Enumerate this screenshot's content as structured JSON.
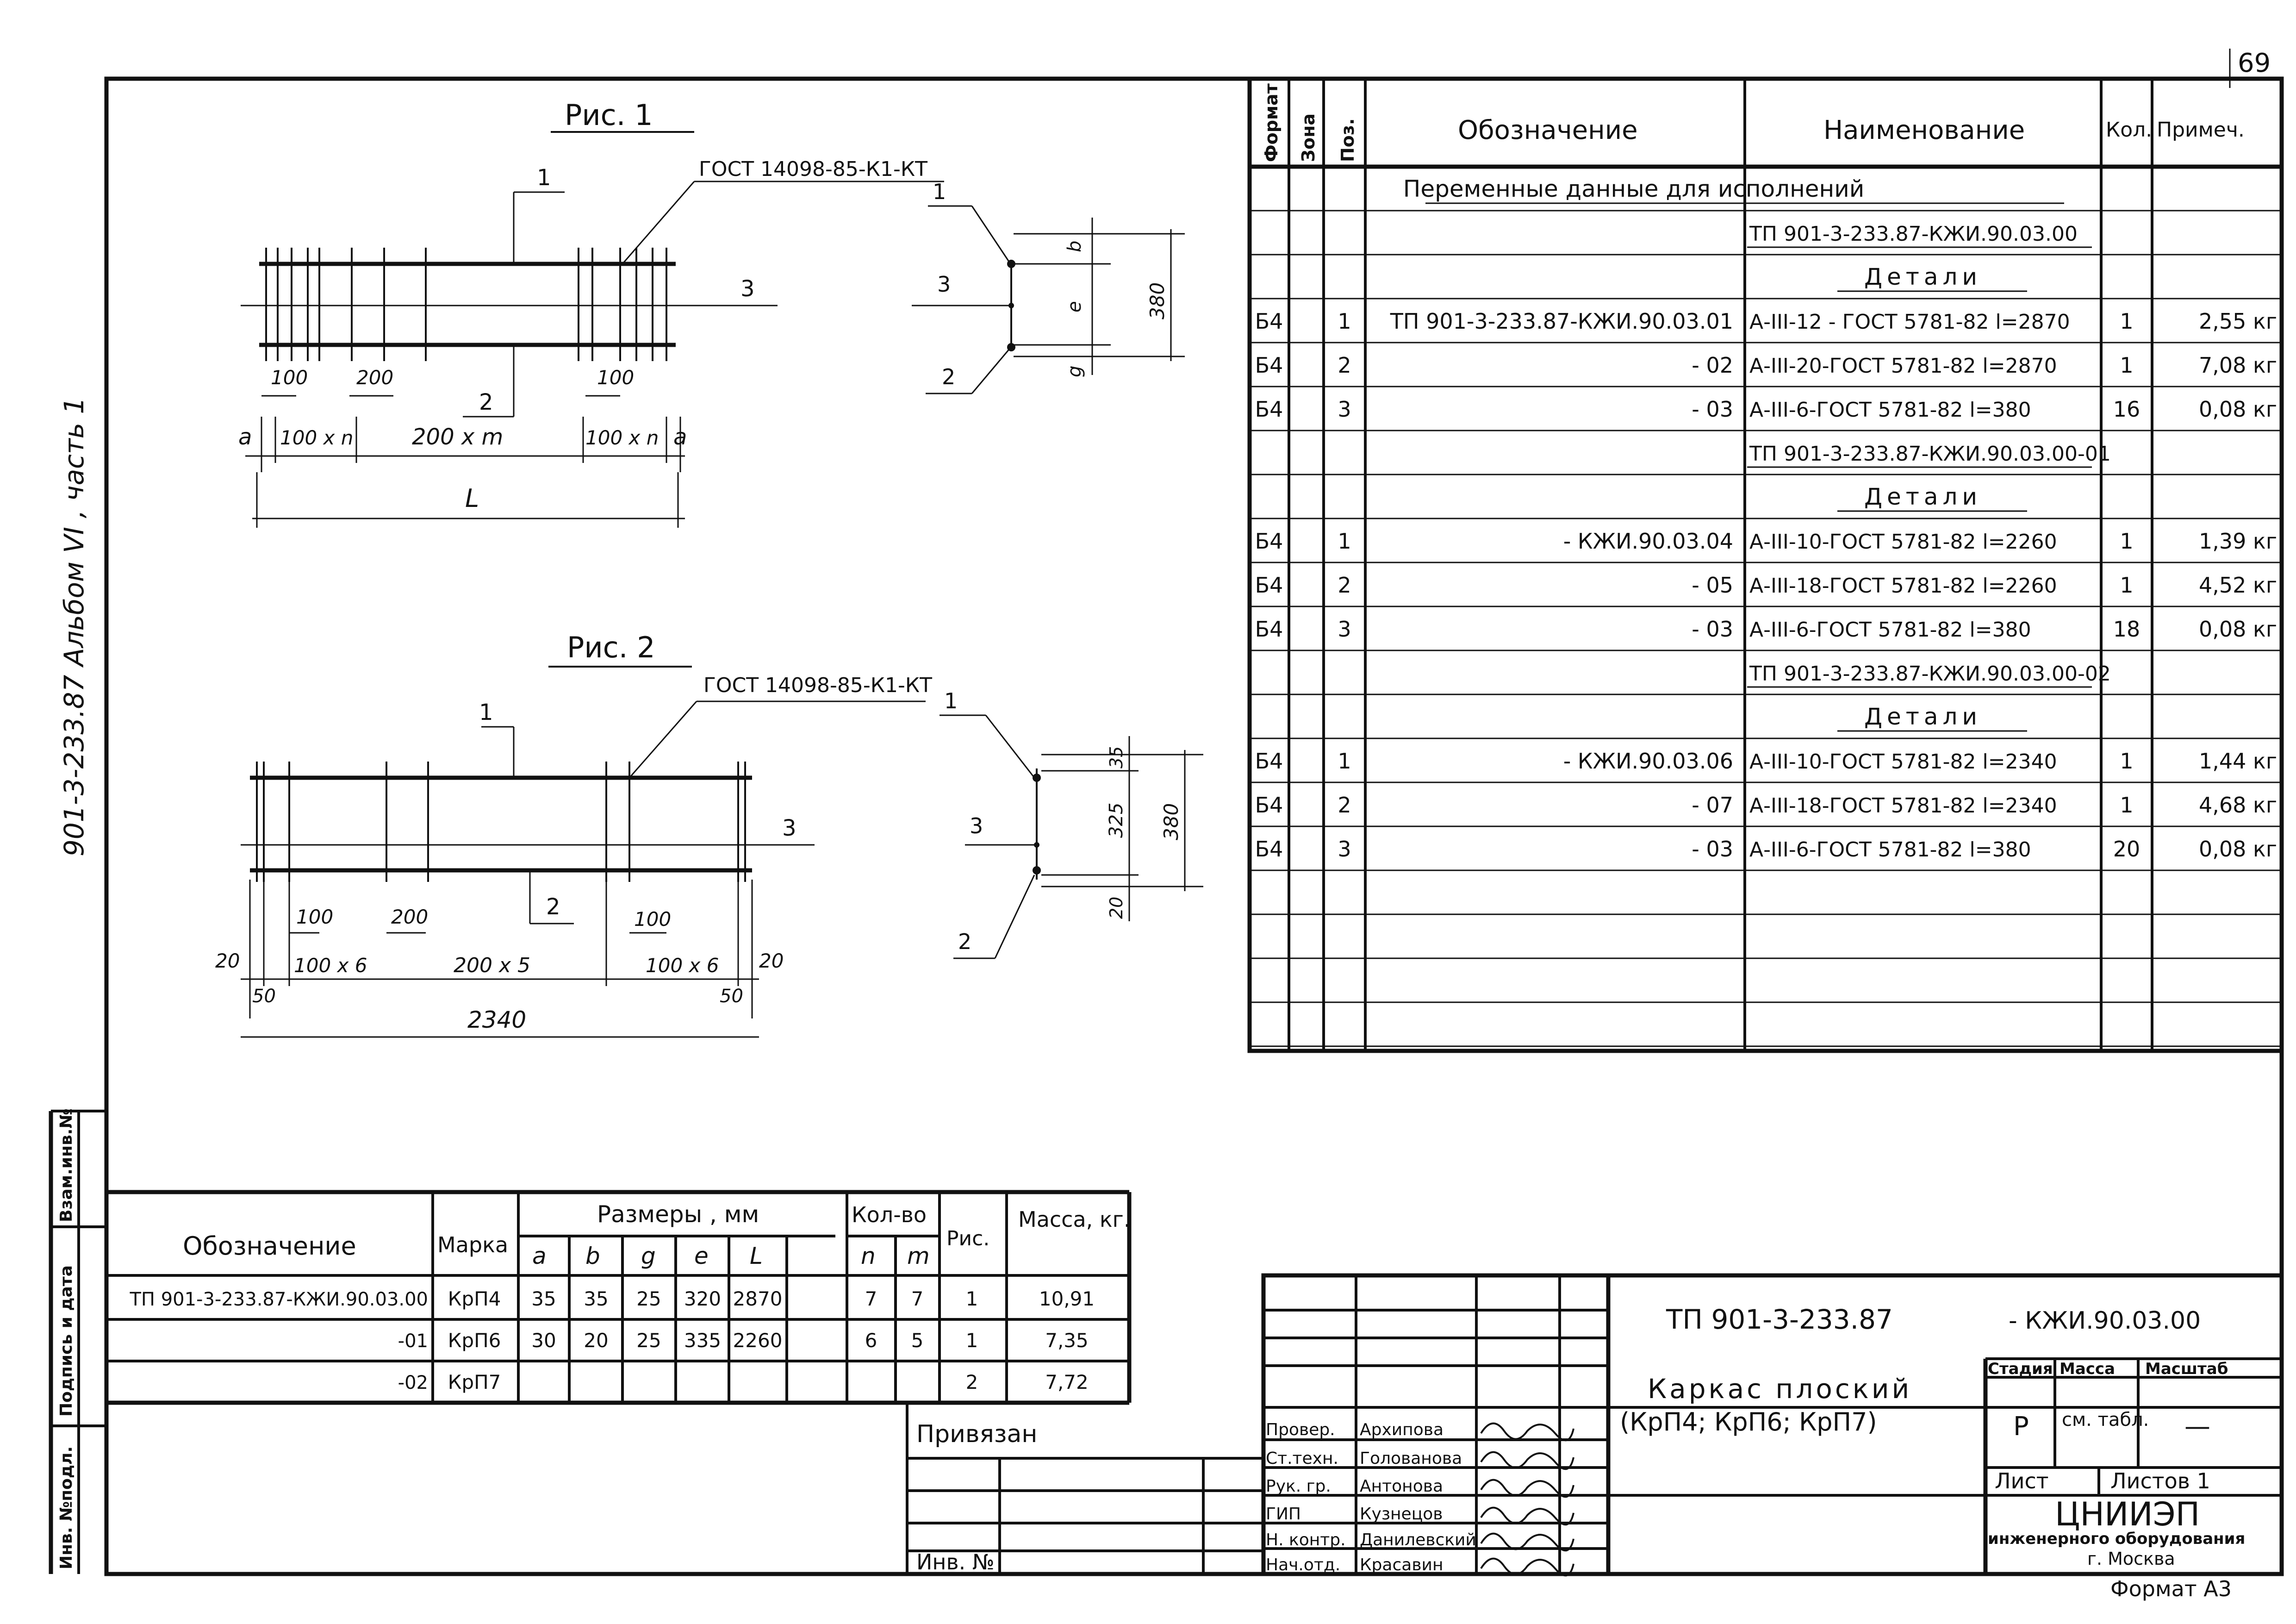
{
  "page_number": "69",
  "side_labels": {
    "album": "901-3-233.87  Альбом VI , часть 1",
    "stamp_inv": "Инв. №подл.",
    "stamp_sign": "Подпись и дата",
    "stamp_inv2": "Взам.инв.№"
  },
  "fig1": {
    "title": "Рис. 1",
    "gost": "ГОСТ 14098-85-К1-КТ",
    "labels": [
      "1",
      "3",
      "2"
    ],
    "dims": [
      "100",
      "200",
      "100"
    ],
    "spans": [
      "a",
      "100 x n",
      "200 x m",
      "100 x n",
      "a"
    ],
    "total": "L",
    "section": {
      "l1": "1",
      "l3": "3",
      "l2": "2",
      "b": "b",
      "e": "e",
      "g": "g",
      "h": "380"
    }
  },
  "fig2": {
    "title": "Рис. 2",
    "gost": "ГОСТ 14098-85-К1-КТ",
    "labels": [
      "1",
      "3",
      "2"
    ],
    "dims": [
      "100",
      "200",
      "100"
    ],
    "spans": [
      "20",
      "100 x 6",
      "200 x 5",
      "100 x 6",
      "20"
    ],
    "ends": [
      "50",
      "50"
    ],
    "total": "2340",
    "section": {
      "l1": "1",
      "l3": "3",
      "l2": "2",
      "t": "35",
      "m": "325",
      "b": "20",
      "h": "380"
    }
  },
  "spec": {
    "headers": {
      "format": "Формат",
      "zone": "Зона",
      "pos": "Поз.",
      "designation": "Обозначение",
      "name": "Наименование",
      "qty": "Кол.",
      "note": "Примеч."
    },
    "rows": [
      {
        "format": "",
        "pos": "",
        "designation": "Переменные данные для исполнений",
        "name": "",
        "qty": "",
        "note": "",
        "span": true
      },
      {
        "format": "",
        "pos": "",
        "designation": "",
        "name": "ТП 901-3-233.87-КЖИ.90.03.00",
        "qty": "",
        "note": ""
      },
      {
        "format": "",
        "pos": "",
        "designation": "",
        "name": "Детали",
        "qty": "",
        "note": ""
      },
      {
        "format": "Б4",
        "pos": "1",
        "designation": "ТП 901-3-233.87-КЖИ.90.03.01",
        "name": "А-III-12 - ГОСТ 5781-82 l=2870",
        "qty": "1",
        "note": "2,55 кг"
      },
      {
        "format": "Б4",
        "pos": "2",
        "designation": "- 02",
        "name": "А-III-20-ГОСТ 5781-82 l=2870",
        "qty": "1",
        "note": "7,08 кг"
      },
      {
        "format": "Б4",
        "pos": "3",
        "designation": "- 03",
        "name": "А-III-6-ГОСТ 5781-82 l=380",
        "qty": "16",
        "note": "0,08 кг"
      },
      {
        "format": "",
        "pos": "",
        "designation": "",
        "name": "ТП 901-3-233.87-КЖИ.90.03.00-01",
        "qty": "",
        "note": ""
      },
      {
        "format": "",
        "pos": "",
        "designation": "",
        "name": "Детали",
        "qty": "",
        "note": ""
      },
      {
        "format": "Б4",
        "pos": "1",
        "designation": "- КЖИ.90.03.04",
        "name": "А-III-10-ГОСТ 5781-82 l=2260",
        "qty": "1",
        "note": "1,39 кг"
      },
      {
        "format": "Б4",
        "pos": "2",
        "designation": "- 05",
        "name": "А-III-18-ГОСТ 5781-82 l=2260",
        "qty": "1",
        "note": "4,52 кг"
      },
      {
        "format": "Б4",
        "pos": "3",
        "designation": "- 03",
        "name": "А-III-6-ГОСТ 5781-82 l=380",
        "qty": "18",
        "note": "0,08 кг"
      },
      {
        "format": "",
        "pos": "",
        "designation": "",
        "name": "ТП 901-3-233.87-КЖИ.90.03.00-02",
        "qty": "",
        "note": ""
      },
      {
        "format": "",
        "pos": "",
        "designation": "",
        "name": "Детали",
        "qty": "",
        "note": ""
      },
      {
        "format": "Б4",
        "pos": "1",
        "designation": "- КЖИ.90.03.06",
        "name": "А-III-10-ГОСТ 5781-82 l=2340",
        "qty": "1",
        "note": "1,44 кг"
      },
      {
        "format": "Б4",
        "pos": "2",
        "designation": "- 07",
        "name": "А-III-18-ГОСТ 5781-82 l=2340",
        "qty": "1",
        "note": "4,68 кг"
      },
      {
        "format": "Б4",
        "pos": "3",
        "designation": "- 03",
        "name": "А-III-6-ГОСТ 5781-82 l=380",
        "qty": "20",
        "note": "0,08 кг"
      },
      {
        "format": "",
        "pos": "",
        "designation": "",
        "name": "",
        "qty": "",
        "note": ""
      },
      {
        "format": "",
        "pos": "",
        "designation": "",
        "name": "",
        "qty": "",
        "note": ""
      },
      {
        "format": "",
        "pos": "",
        "designation": "",
        "name": "",
        "qty": "",
        "note": ""
      },
      {
        "format": "",
        "pos": "",
        "designation": "",
        "name": "",
        "qty": "",
        "note": ""
      }
    ]
  },
  "dims_table": {
    "h_designation": "Обозначение",
    "h_mark": "Марка",
    "h_sizes": "Размеры , мм",
    "h_count": "Кол-во",
    "h_fig": "Рис.",
    "h_mass": "Масса, кг.",
    "sub": [
      "a",
      "b",
      "g",
      "e",
      "L",
      "n",
      "m"
    ],
    "rows": [
      {
        "des": "ТП 901-3-233.87-КЖИ.90.03.00",
        "mark": "КрП4",
        "a": "35",
        "b": "35",
        "g": "25",
        "e": "320",
        "L": "2870",
        "n": "7",
        "m": "7",
        "fig": "1",
        "mass": "10,91"
      },
      {
        "des": "-01",
        "mark": "КрП6",
        "a": "30",
        "b": "20",
        "g": "25",
        "e": "335",
        "L": "2260",
        "n": "6",
        "m": "5",
        "fig": "1",
        "mass": "7,35"
      },
      {
        "des": "-02",
        "mark": "КрП7",
        "a": "",
        "b": "",
        "g": "",
        "e": "",
        "L": "",
        "n": "",
        "m": "",
        "fig": "2",
        "mass": "7,72"
      }
    ]
  },
  "title_block": {
    "privyazan": "Привязан",
    "inv": "Инв. №",
    "doc_code": "ТП 901-3-233.87",
    "doc_suffix": "- КЖИ.90.03.00",
    "title_line1": "Каркас плоский",
    "title_line2": "(КрП4; КрП6; КрП7)",
    "stage_h": "Стадия",
    "mass_h": "Масса",
    "scale_h": "Масштаб",
    "stage": "Р",
    "mass": "см. табл.",
    "scale": "—",
    "sheet": "Лист",
    "sheets": "Листов 1",
    "org1": "ЦНИИЭП",
    "org2": "инженерного оборудования",
    "org3": "г. Москва",
    "format": "Формат А3",
    "people": [
      {
        "role": "Провер.",
        "name": "Архипова"
      },
      {
        "role": "Ст.техн.",
        "name": "Голованова"
      },
      {
        "role": "Рук. гр.",
        "name": "Антонова"
      },
      {
        "role": "ГИП",
        "name": "Кузнецов"
      },
      {
        "role": "Н. контр.",
        "name": "Данилевский"
      },
      {
        "role": "Нач.отд.",
        "name": "Красавин"
      }
    ]
  }
}
